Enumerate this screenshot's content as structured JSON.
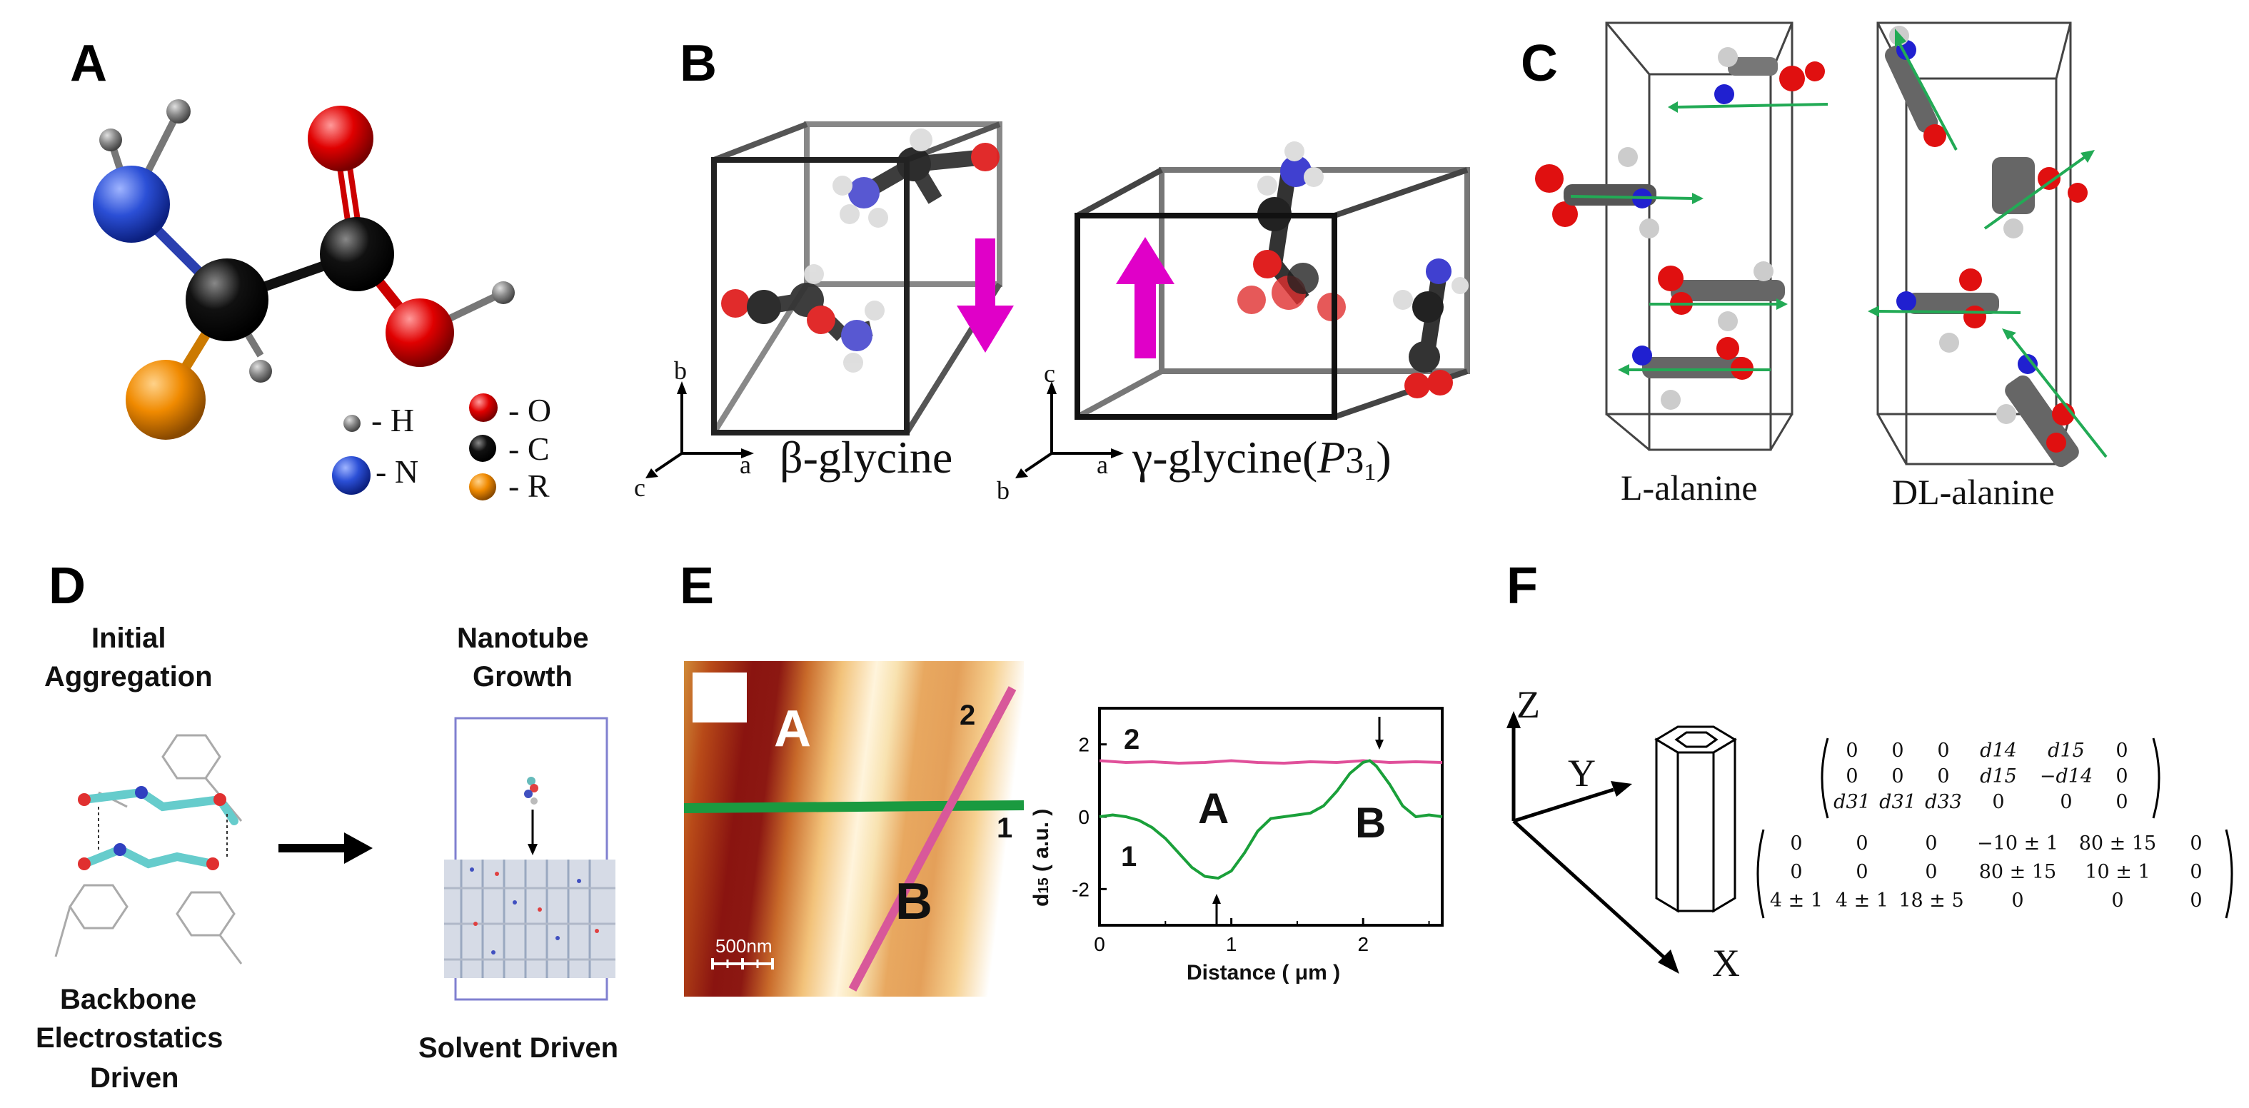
{
  "panels": {
    "A": {
      "letter": "A",
      "legend": [
        {
          "symbol": "H",
          "text": "- H",
          "color": "#8a8a8a"
        },
        {
          "symbol": "N",
          "text": "- N",
          "color": "#2b4fd6"
        },
        {
          "symbol": "O",
          "text": "- O",
          "color": "#e00000"
        },
        {
          "symbol": "C",
          "text": "- C",
          "color": "#000000"
        },
        {
          "symbol": "R",
          "text": "- R",
          "color": "#f08a00"
        }
      ]
    },
    "B": {
      "letter": "B",
      "left_caption": "β-glycine",
      "right_caption_main": "γ-glycine(",
      "right_caption_italic": "P",
      "right_caption_sub": "3",
      "right_caption_subsub": "1",
      "right_caption_close": ")",
      "left_axes": {
        "up": "b",
        "right": "a",
        "diag": "c"
      },
      "right_axes": {
        "up": "c",
        "right": "a",
        "diag": "b"
      },
      "arrow_color": "#e000c8"
    },
    "C": {
      "letter": "C",
      "left_caption": "L-alanine",
      "right_caption": "DL-alanine"
    },
    "D": {
      "letter": "D",
      "top_left": [
        "Initial",
        "Aggregation"
      ],
      "top_right": [
        "Nanotube",
        "Growth"
      ],
      "bottom_left": [
        "Backbone",
        "Electrostatics",
        "Driven"
      ],
      "bottom_right": "Solvent Driven"
    },
    "E": {
      "letter": "E",
      "map_region_a": "A",
      "map_region_b": "B",
      "line_1": "1",
      "line_2": "2",
      "scale_bar": "500nm",
      "plot_region_a": "A",
      "plot_region_b": "B",
      "plot_line_1": "1",
      "plot_line_2": "2",
      "ylabel": "d",
      "ylabel_sub": "15",
      "ylabel_unit": " ( a.u. )",
      "xlabel": "Distance ( μm )"
    },
    "F": {
      "letter": "F",
      "axis_z": "Z",
      "axis_y": "Y",
      "axis_x": "X",
      "matrix1": [
        [
          "0",
          "0",
          "0",
          "d14",
          "d15",
          "0"
        ],
        [
          "0",
          "0",
          "0",
          "d15",
          "−d14",
          "0"
        ],
        [
          "d31",
          "d31",
          "d33",
          "0",
          "0",
          "0"
        ]
      ],
      "matrix2": [
        [
          "0",
          "0",
          "0",
          "−10 ± 1",
          "80 ± 15",
          "0"
        ],
        [
          "0",
          "0",
          "0",
          "80 ± 15",
          "10 ± 1",
          "0"
        ],
        [
          "4 ± 1",
          "4 ± 1",
          "18 ± 5",
          "0",
          "0",
          "0"
        ]
      ]
    }
  },
  "chart_data": {
    "type": "line",
    "x_ticks": [
      "0",
      "1",
      "2"
    ],
    "y_ticks": [
      "2",
      "0",
      "-2"
    ],
    "xlim": [
      0,
      2.6
    ],
    "ylim": [
      -3,
      3
    ],
    "series": [
      {
        "name": "2",
        "color": "#e0509a",
        "x": [
          0,
          0.2,
          0.4,
          0.6,
          0.8,
          1.0,
          1.2,
          1.4,
          1.6,
          1.8,
          2.0,
          2.2,
          2.4,
          2.6
        ],
        "y": [
          1.55,
          1.5,
          1.52,
          1.48,
          1.5,
          1.55,
          1.5,
          1.48,
          1.52,
          1.5,
          1.55,
          1.5,
          1.52,
          1.5
        ]
      },
      {
        "name": "1",
        "color": "#1aa03a",
        "x": [
          0,
          0.1,
          0.2,
          0.3,
          0.4,
          0.5,
          0.6,
          0.7,
          0.8,
          0.9,
          1.0,
          1.1,
          1.2,
          1.3,
          1.4,
          1.5,
          1.6,
          1.7,
          1.8,
          1.9,
          2.0,
          2.05,
          2.1,
          2.2,
          2.3,
          2.4,
          2.5,
          2.6
        ],
        "y": [
          0.0,
          0.05,
          0.0,
          -0.1,
          -0.3,
          -0.6,
          -1.0,
          -1.4,
          -1.65,
          -1.7,
          -1.5,
          -1.0,
          -0.4,
          -0.05,
          0.0,
          0.05,
          0.1,
          0.3,
          0.7,
          1.2,
          1.5,
          1.55,
          1.4,
          0.9,
          0.3,
          0.0,
          0.05,
          0.0
        ]
      }
    ]
  }
}
